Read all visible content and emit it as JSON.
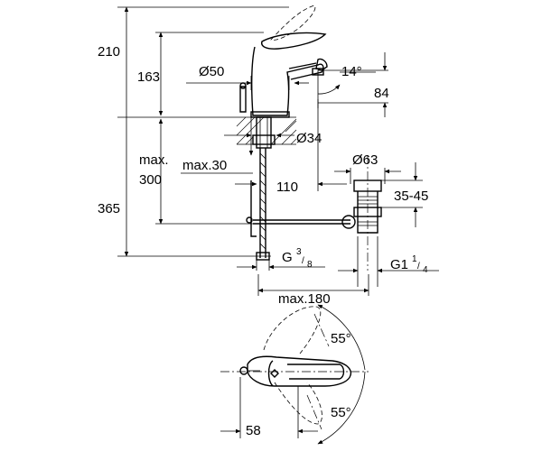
{
  "dimensions": {
    "height_total": "210",
    "height_spout": "163",
    "diameter_base": "Ø50",
    "spout_angle": "14°",
    "spout_projection": "84",
    "diameter_rod": "Ø34",
    "deck_thickness_prefix": "max.",
    "deck_thickness_value": "30",
    "tail_length_prefix": "max.",
    "tail_length_value": "300",
    "total_below": "365",
    "waste_diameter": "Ø63",
    "pop_up_offset": "110",
    "waste_height": "35-45",
    "supply_thread": "G",
    "supply_thread_num": "3",
    "supply_thread_den": "8",
    "waste_thread": "G1",
    "waste_thread_num": "1",
    "waste_thread_den": "4",
    "reach": "max.180",
    "swivel_angle_top": "55°",
    "swivel_angle_bottom": "55°",
    "lever_reach": "58"
  }
}
